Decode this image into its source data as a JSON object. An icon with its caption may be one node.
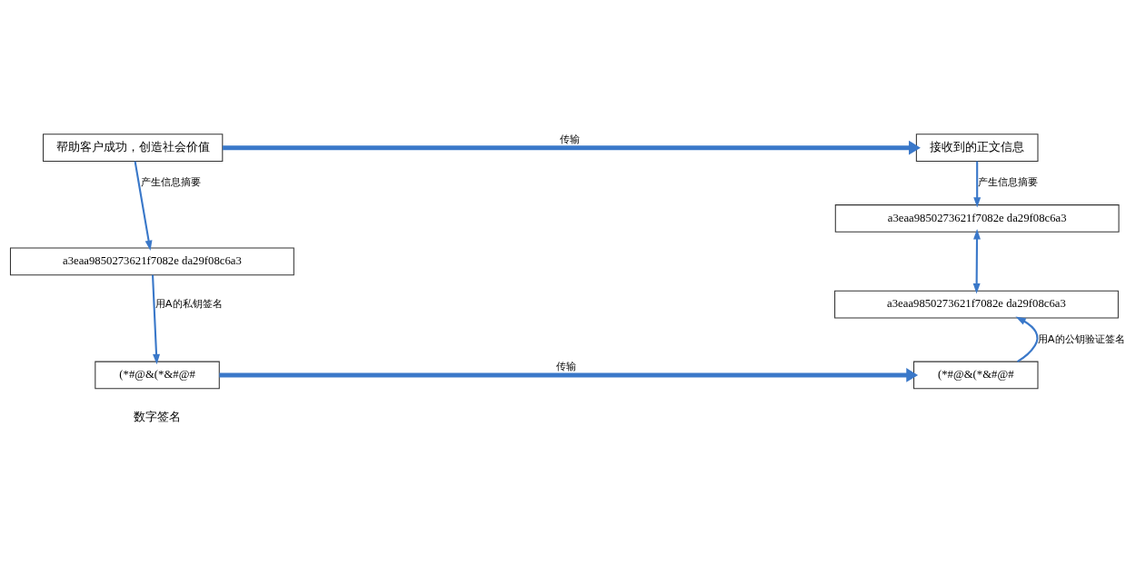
{
  "diagram": {
    "nodes": [
      {
        "text": [
          "帮助客户成功，创造社会价值"
        ]
      },
      {
        "text": [
          "a3eaa9850273621f7082e da29f08c6a3"
        ]
      },
      {
        "text": [
          "(*#@&(*&#@#"
        ]
      },
      {
        "text": [
          "接收到的正文信息"
        ]
      },
      {
        "text": [
          "a3eaa9850273621f7082e da29f08c6a3"
        ]
      },
      {
        "text": [
          "a3eaa9850273621f7082e da29f08c6a3"
        ]
      },
      {
        "text": [
          "(*#@&(*&#@#"
        ]
      }
    ],
    "edges": [
      {
        "from": 0,
        "to": 3,
        "arrow": "to",
        "label": "传输",
        "style": "thick"
      },
      {
        "from": 0,
        "to": 1,
        "arrow": "to",
        "label": "产生信息摘要"
      },
      {
        "from": 1,
        "to": 2,
        "arrow": "to",
        "label": "用A的私钥签名"
      },
      {
        "from": 2,
        "to": 6,
        "arrow": "to",
        "label": "传输",
        "style": "thick"
      },
      {
        "from": 3,
        "to": 4,
        "arrow": "to",
        "label": "产生信息摘要"
      },
      {
        "from": 4,
        "to": 5,
        "arrow": "both"
      },
      {
        "from": 6,
        "to": 5,
        "arrow": "to",
        "label": "用A的公钥验证签名"
      }
    ],
    "labels": [
      "数字签名"
    ]
  }
}
